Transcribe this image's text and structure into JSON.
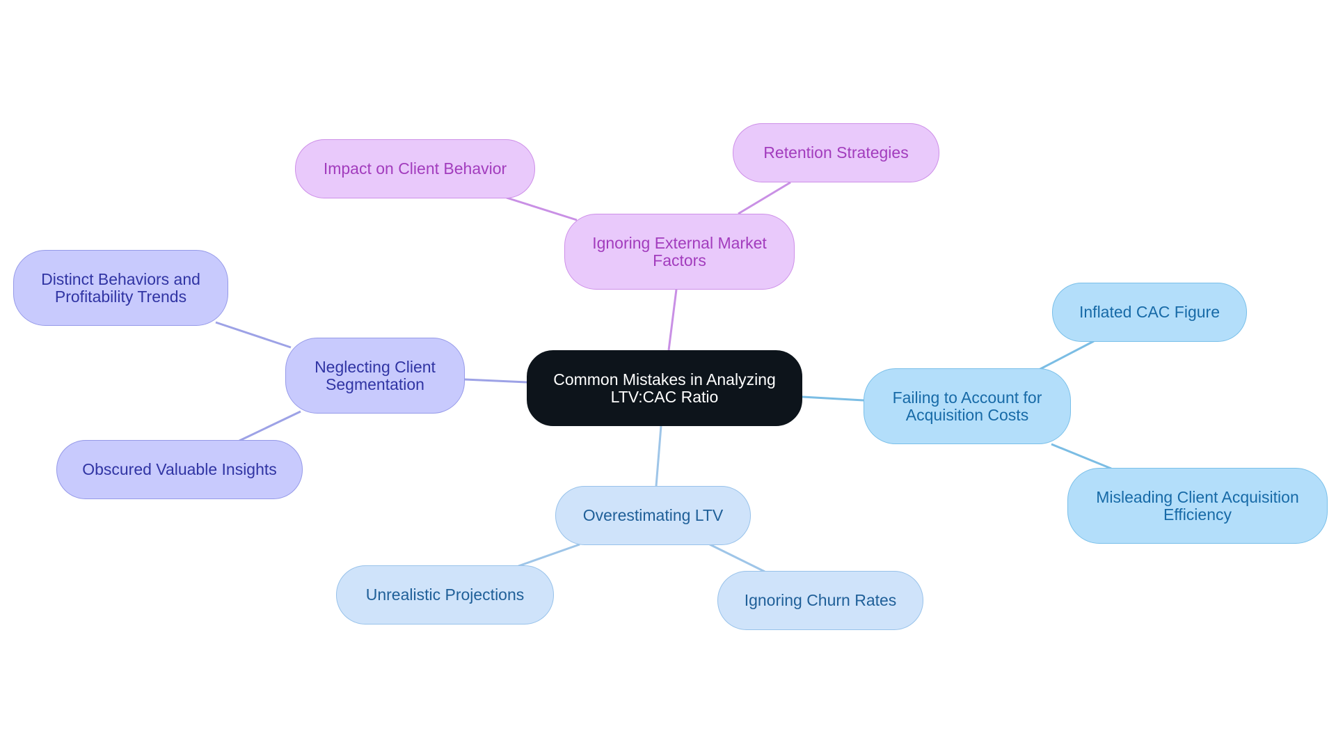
{
  "diagram": {
    "type": "mind-map",
    "root": {
      "label": "Common Mistakes in Analyzing\nLTV:CAC Ratio",
      "colors": {
        "fill": "#0d141b",
        "text": "#ffffff"
      }
    },
    "branches": {
      "external_market": {
        "label": "Ignoring External Market\nFactors",
        "colors": {
          "fill": "#e9c9fb",
          "stroke": "#cd8fe8",
          "text": "#a23cbd",
          "edge": "#c990e5"
        },
        "children": {
          "client_behavior": "Impact on Client Behavior",
          "retention": "Retention Strategies"
        }
      },
      "acquisition_costs": {
        "label": "Failing to Account for\nAcquisition Costs",
        "colors": {
          "fill": "#b3defa",
          "stroke": "#79bfe9",
          "text": "#176aa7",
          "edge": "#7bbde4"
        },
        "children": {
          "inflated_cac": "Inflated CAC Figure",
          "misleading": "Misleading Client Acquisition\nEfficiency"
        }
      },
      "overestimating_ltv": {
        "label": "Overestimating LTV",
        "colors": {
          "fill": "#cfe3fa",
          "stroke": "#98c2ea",
          "text": "#1f5f98",
          "edge": "#9ec5e8"
        },
        "children": {
          "unrealistic": "Unrealistic Projections",
          "churn": "Ignoring Churn Rates"
        }
      },
      "segmentation": {
        "label": "Neglecting Client\nSegmentation",
        "colors": {
          "fill": "#c8cafd",
          "stroke": "#9599e8",
          "text": "#3034a3",
          "edge": "#9da2e6"
        },
        "children": {
          "distinct": "Distinct Behaviors and\nProfitability Trends",
          "obscured": "Obscured Valuable Insights"
        }
      }
    }
  }
}
